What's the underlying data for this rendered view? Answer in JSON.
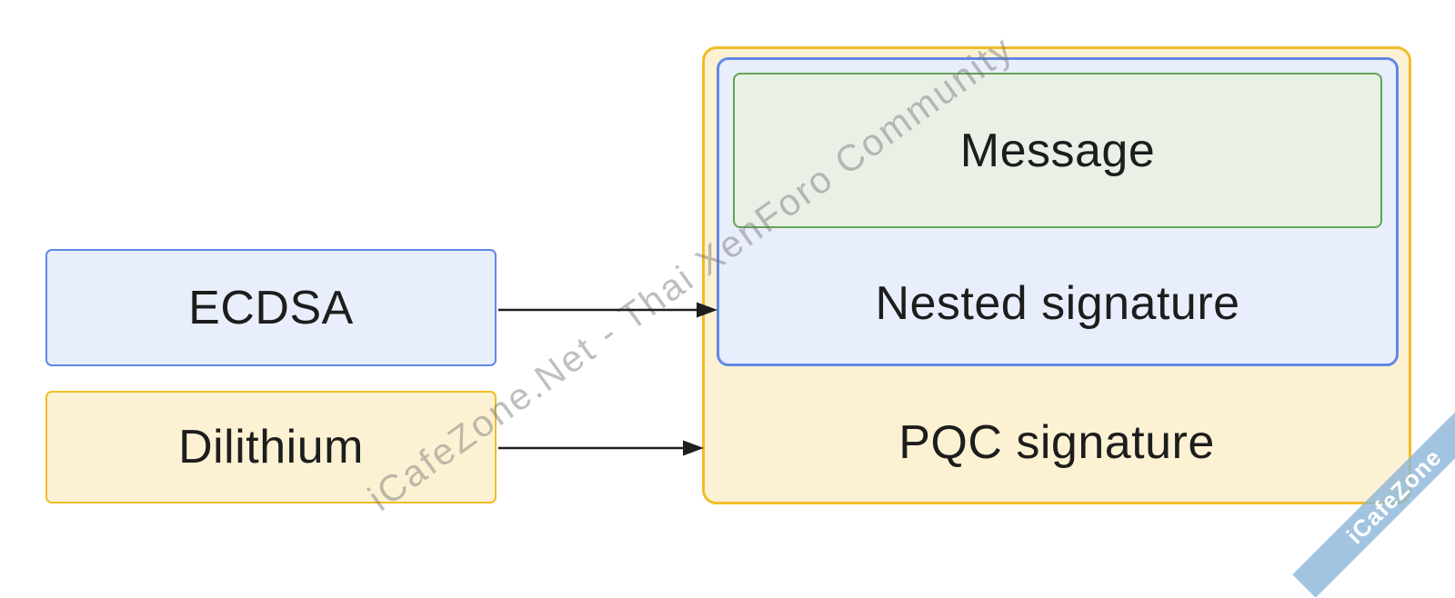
{
  "diagram": {
    "left_column": {
      "ecdsa_label": "ECDSA",
      "dilithium_label": "Dilithium"
    },
    "right_group": {
      "message_label": "Message",
      "nested_signature_label": "Nested signature",
      "pqc_signature_label": "PQC signature"
    },
    "arrows": [
      {
        "from": "ECDSA",
        "to": "Nested signature"
      },
      {
        "from": "Dilithium",
        "to": "PQC signature"
      }
    ]
  },
  "watermark": {
    "diagonal_text": "iCafeZone.Net - Thai XenForo Community",
    "corner_ribbon_text": "iCafeZone"
  },
  "colors": {
    "yellow-border": "#f1bc29",
    "yellow-fill": "#fcf2d3",
    "blue-border": "#6188e6",
    "blue-fill": "#e9eefc",
    "green-border": "#63a455",
    "green-fill": "#e9f1e7",
    "arrow": "#1e1e1e",
    "label-text": "#1d1d1d",
    "ribbon-blue": "#8cb5d8",
    "watermark-gray": "#707070"
  }
}
